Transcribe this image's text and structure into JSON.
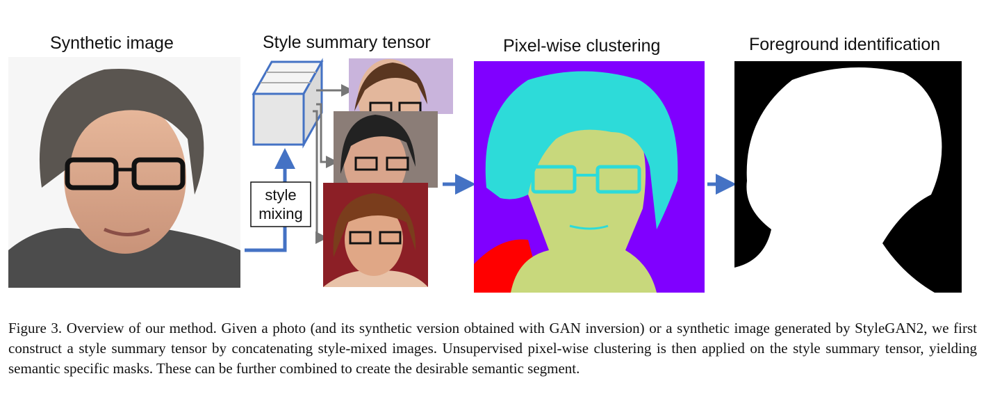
{
  "panels": {
    "synthetic": {
      "title": "Synthetic image"
    },
    "style_summary": {
      "title": "Style summary tensor",
      "mixing_label": [
        "style",
        "mixing"
      ]
    },
    "clustering": {
      "title": "Pixel-wise clustering"
    },
    "foreground": {
      "title": "Foreground identification"
    }
  },
  "colors": {
    "arrow": "#4472c4",
    "gray_arrow": "#777777",
    "cluster_background": "#8000ff",
    "cluster_hair": "#2ddbd9",
    "cluster_skin": "#c8d87c",
    "cluster_shirt": "#ff0000"
  },
  "caption": "Figure 3. Overview of our method. Given a photo (and its synthetic version obtained with GAN inversion) or a synthetic image generated by StyleGAN2, we first construct a style summary tensor by concatenating style-mixed images. Unsupervised pixel-wise clustering is then applied on the style summary tensor, yielding semantic specific masks. These can be further combined to create the desirable semantic segment."
}
